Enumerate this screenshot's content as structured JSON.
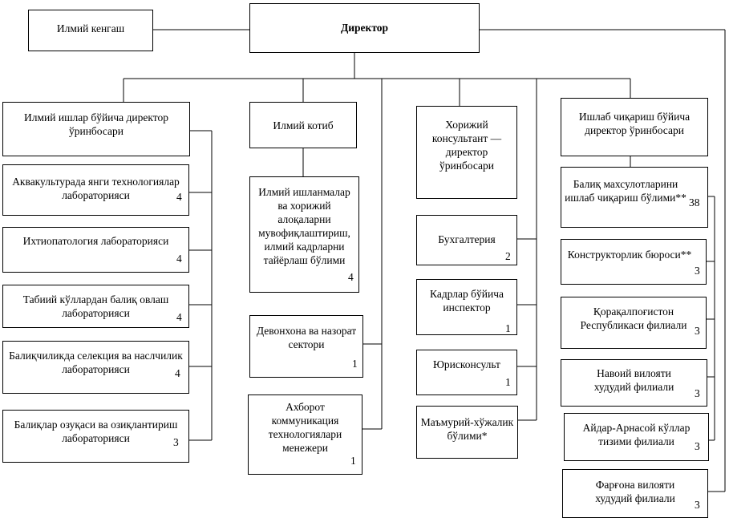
{
  "council": "Илмий кенгаш",
  "director": "Директор",
  "column1": {
    "header": "Илмий ишлар бўйича директор ўринбосари",
    "items": [
      {
        "label": "Аквакультурада янги технологиялар лабораторияси",
        "count": "4"
      },
      {
        "label": "Ихтиопатология лабораторияси",
        "count": "4"
      },
      {
        "label": "Табиий кўллардан балиқ овлаш лабораторияси",
        "count": "4"
      },
      {
        "label": "Балиқчиликда селекция ва наслчилик лабораторияси",
        "count": "4"
      },
      {
        "label": "Балиқлар озуқаси ва озиқлантириш лабораторияси",
        "count": "3"
      }
    ]
  },
  "column2": {
    "header": "Илмий котиб",
    "items": [
      {
        "label": "Илмий ишланмалар ва хорижий алоқаларни мувофиқлаштириш, илмий кадрларни тайёрлаш бўлими",
        "count": "4"
      },
      {
        "label": "Девонхона ва назорат сектори",
        "count": "1"
      },
      {
        "label": "Ахборот коммуникация технологиялари менежери",
        "count": "1"
      }
    ]
  },
  "column3": {
    "header": "Хорижий консультант — директор ўринбосари",
    "items": [
      {
        "label": "Бухгалтерия",
        "count": "2"
      },
      {
        "label": "Кадрлар бўйича инспектор",
        "count": "1"
      },
      {
        "label": "Юрисконсульт",
        "count": "1"
      },
      {
        "label": "Маъмурий-хўжалик бўлими*",
        "count": ""
      }
    ]
  },
  "column4": {
    "header": "Ишлаб чиқариш бўйича директор ўринбосари",
    "items": [
      {
        "label": "Балиқ махсулотларини ишлаб чиқариш бўлими**",
        "count": "38"
      },
      {
        "label": "Конструкторлик бюроси**",
        "count": "3"
      },
      {
        "label": "Қорақалпоғистон Республикаси филиали",
        "count": "3"
      },
      {
        "label": "Навоий вилояти худудий филиали",
        "count": "3"
      },
      {
        "label": "Айдар-Арнасой кўллар тизими филиали",
        "count": "3"
      },
      {
        "label": "Фарғона вилояти худудий филиали",
        "count": "3"
      }
    ]
  }
}
